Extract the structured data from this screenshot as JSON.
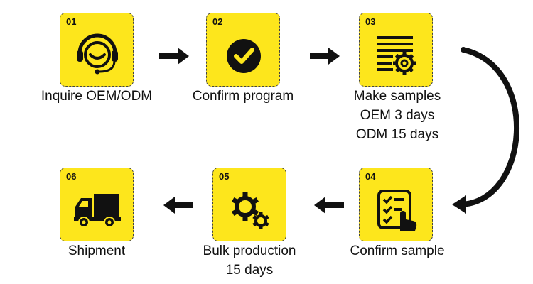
{
  "steps": [
    {
      "num": "01",
      "label_lines": [
        "Inquire OEM/ODM"
      ],
      "icon": "headset-icon"
    },
    {
      "num": "02",
      "label_lines": [
        "Confirm program"
      ],
      "icon": "checkmark-icon"
    },
    {
      "num": "03",
      "label_lines": [
        "Make samples",
        "OEM 3 days",
        "ODM 15 days"
      ],
      "icon": "document-gear-icon"
    },
    {
      "num": "04",
      "label_lines": [
        "Confirm sample"
      ],
      "icon": "checklist-touch-icon"
    },
    {
      "num": "05",
      "label_lines": [
        "Bulk production",
        "15 days"
      ],
      "icon": "gears-icon"
    },
    {
      "num": "06",
      "label_lines": [
        "Shipment"
      ],
      "icon": "truck-icon"
    }
  ],
  "colors": {
    "box": "#fde61c",
    "ink": "#111111"
  }
}
